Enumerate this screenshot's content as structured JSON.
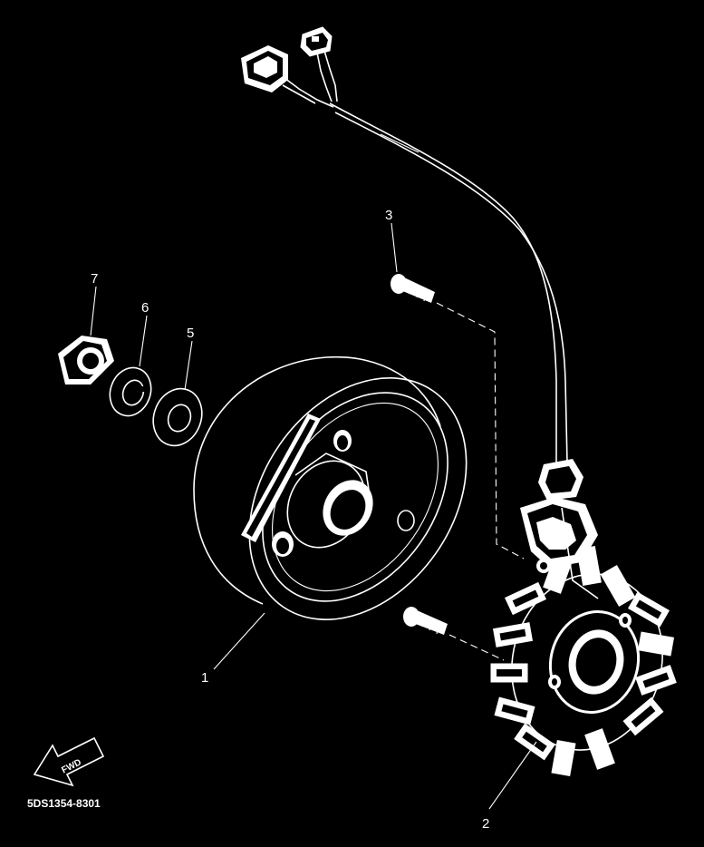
{
  "diagram": {
    "part_number": "5DS1354-8301",
    "direction_label": "FWD",
    "callouts": [
      {
        "id": "flywheel_rotor",
        "label": "1"
      },
      {
        "id": "stator_assembly",
        "label": "2"
      },
      {
        "id": "screw",
        "label": "3"
      },
      {
        "id": "washer_plate",
        "label": "5"
      },
      {
        "id": "lock_washer",
        "label": "6"
      },
      {
        "id": "nut",
        "label": "7"
      }
    ],
    "colors": {
      "background": "#000000",
      "line": "#ffffff"
    }
  }
}
